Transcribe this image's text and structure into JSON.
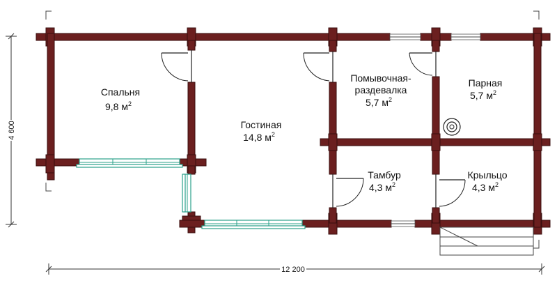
{
  "rooms": [
    {
      "name": "Спальня",
      "area": "9,8 м",
      "unit_sup": "2"
    },
    {
      "name": "Гостиная",
      "area": "14,8 м",
      "unit_sup": "2"
    },
    {
      "name": "Помывочная-",
      "name2": "раздевалка",
      "area": "5,7 м",
      "unit_sup": "2"
    },
    {
      "name": "Парная",
      "area": "5,7 м",
      "unit_sup": "2"
    },
    {
      "name": "Тамбур",
      "area": "4,3 м",
      "unit_sup": "2"
    },
    {
      "name": "Крыльцо",
      "area": "4,3 м",
      "unit_sup": "2"
    }
  ],
  "dimensions": {
    "width": "12 200",
    "height": "4 600"
  },
  "colors": {
    "wall": "#6b1f1f",
    "window": "#2aa08a"
  }
}
